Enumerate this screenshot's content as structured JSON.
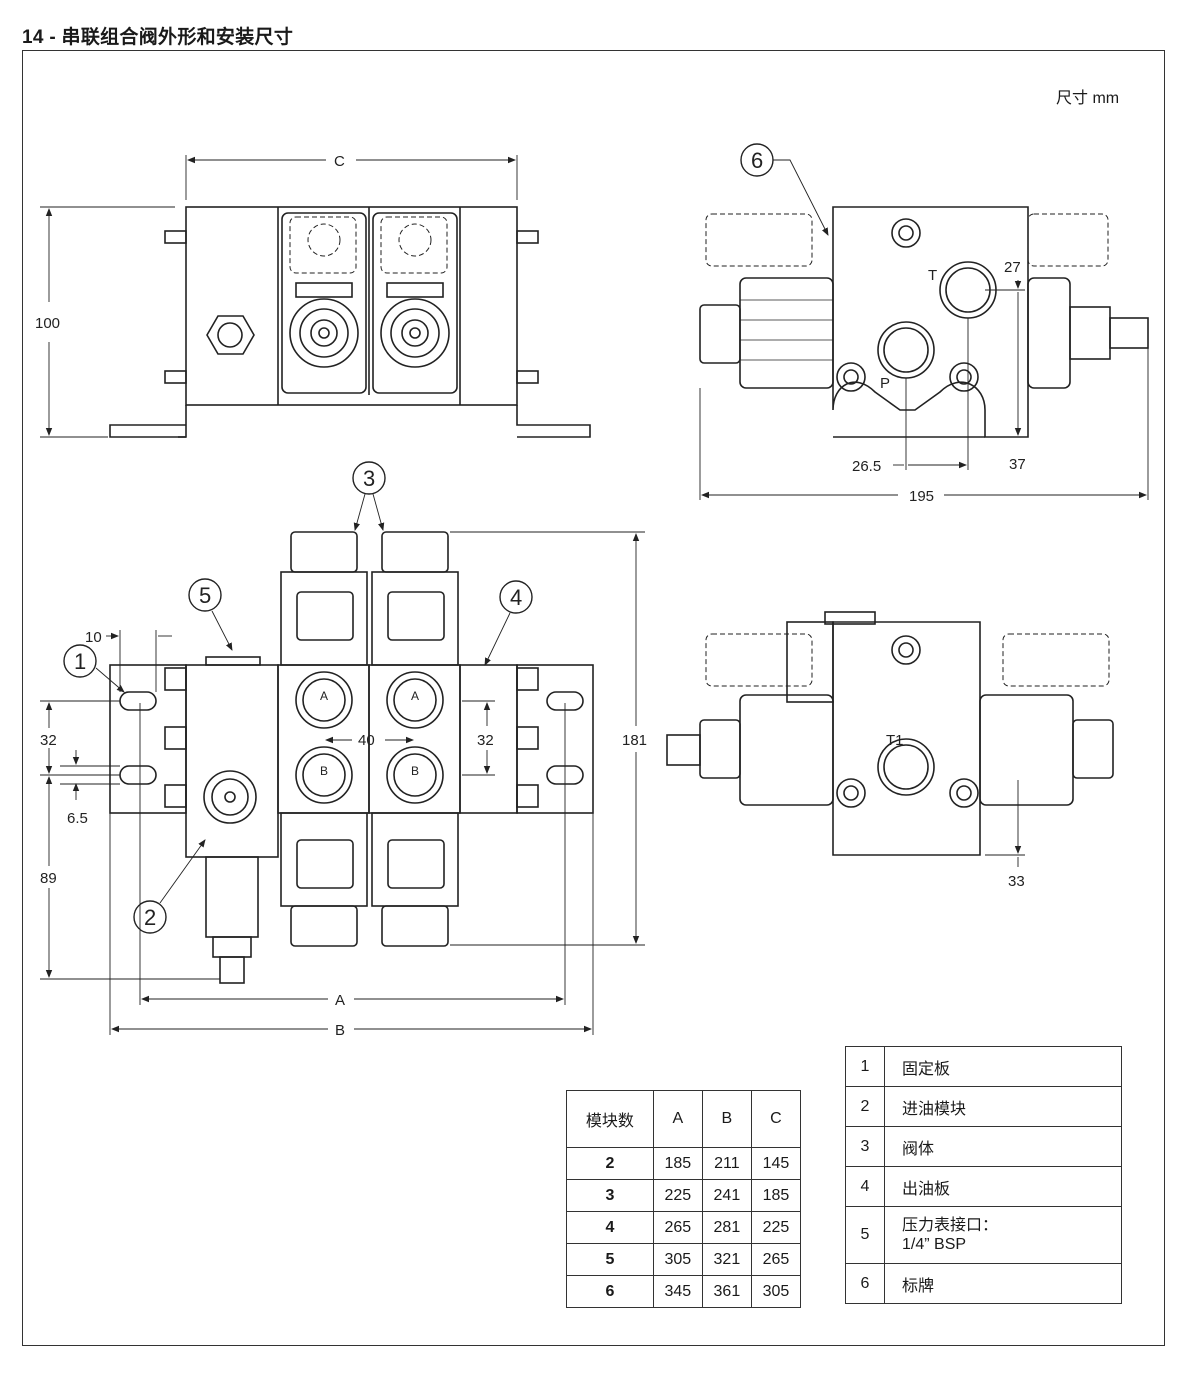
{
  "header": {
    "title": "14 - 串联组合阀外形和安装尺寸",
    "unit_note": "尺寸  mm"
  },
  "front_view": {
    "dim_c": "C",
    "dim_100": "100"
  },
  "side_view_top": {
    "balloon_6": "6",
    "port_t": "T",
    "port_p": "P",
    "dim_27": "27",
    "dim_26_5": "26.5",
    "dim_37": "37",
    "dim_195": "195"
  },
  "top_view": {
    "balloon_1": "1",
    "balloon_2": "2",
    "balloon_3": "3",
    "balloon_4": "4",
    "balloon_5": "5",
    "dim_10": "10",
    "dim_32_left": "32",
    "dim_6_5": "6.5",
    "dim_89": "89",
    "dim_40": "40",
    "dim_32_right": "32",
    "dim_181": "181",
    "dim_a": "A",
    "dim_b": "B",
    "port_a": "A",
    "port_b": "B"
  },
  "side_view_bottom": {
    "port_t1": "T1",
    "dim_33": "33"
  },
  "dimension_table": {
    "headers": [
      "模块数",
      "A",
      "B",
      "C"
    ],
    "rows": [
      [
        "2",
        "185",
        "211",
        "145"
      ],
      [
        "3",
        "225",
        "241",
        "185"
      ],
      [
        "4",
        "265",
        "281",
        "225"
      ],
      [
        "5",
        "305",
        "321",
        "265"
      ],
      [
        "6",
        "345",
        "361",
        "305"
      ]
    ]
  },
  "legend": [
    {
      "num": "1",
      "lines": [
        "固定板"
      ]
    },
    {
      "num": "2",
      "lines": [
        "进油模块"
      ]
    },
    {
      "num": "3",
      "lines": [
        "阀体"
      ]
    },
    {
      "num": "4",
      "lines": [
        "出油板"
      ]
    },
    {
      "num": "5",
      "lines": [
        "压力表接口：",
        "1/4” BSP"
      ]
    },
    {
      "num": "6",
      "lines": [
        "标牌"
      ]
    }
  ],
  "colors": {
    "line": "#222222",
    "frame": "#333333",
    "background": "#ffffff"
  }
}
